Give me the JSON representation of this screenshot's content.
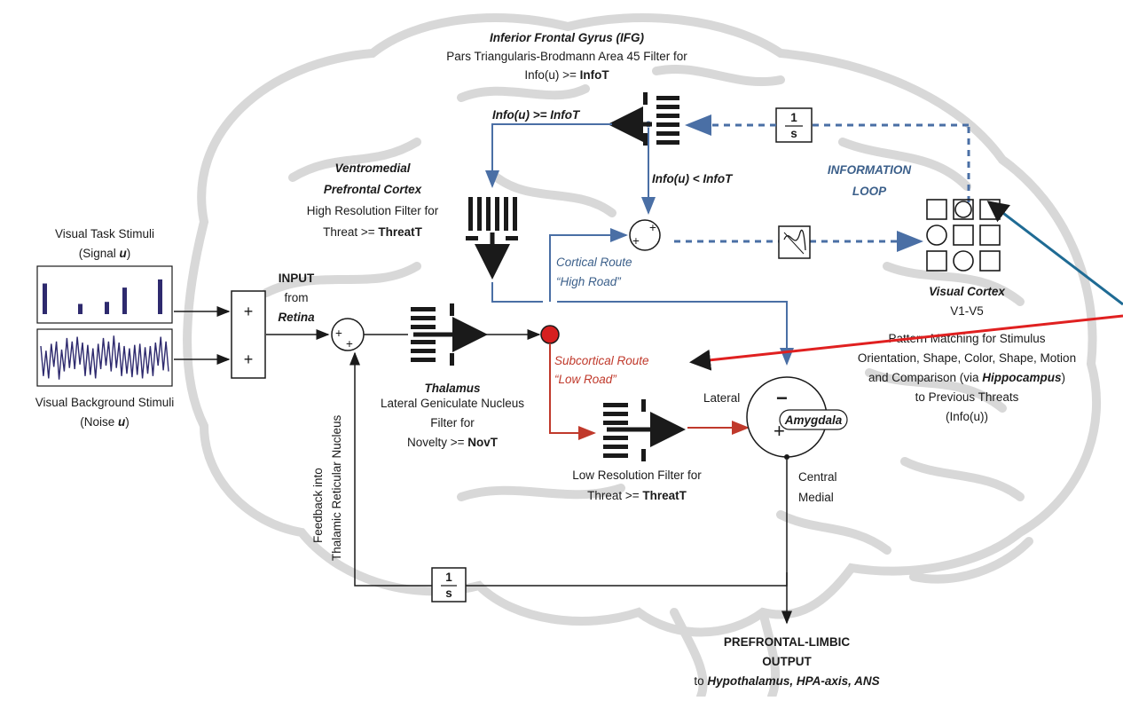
{
  "diagram": {
    "ifg": {
      "title": "Inferior Frontal Gyrus (IFG)",
      "line1": "Pars Triangularis-Brodmann Area 45 Filter for",
      "line2_pre": "Info(u) >= ",
      "line2_bold": "InfoT"
    },
    "info_ge": "Info(u) >= InfoT",
    "info_lt": "Info(u) < InfoT",
    "information_loop": [
      "INFORMATION",
      "LOOP"
    ],
    "integrator_label": {
      "num": "1",
      "den": "s"
    },
    "vmpfc": {
      "title": [
        "Ventromedial",
        "Prefrontal Cortex"
      ],
      "line1": "High Resolution Filter for",
      "line2_pre": "Threat >= ",
      "line2_bold": "ThreatT"
    },
    "visual_task": {
      "line1": "Visual Task Stimuli",
      "line2_pre": "(Signal ",
      "line2_var": "u",
      "line2_post": ")"
    },
    "visual_background": {
      "line1": "Visual Background Stimuli",
      "line2_pre": "(Noise ",
      "line2_var": "u",
      "line2_post": ")"
    },
    "input": {
      "line1": "INPUT",
      "line2": "from",
      "line3": "Retina"
    },
    "plus": "+",
    "minus": "−",
    "thalamus": {
      "title": "Thalamus",
      "line1": "Lateral Geniculate Nucleus",
      "line2": "Filter for",
      "line3_pre": "Novelty >= ",
      "line3_bold": "NovT"
    },
    "feedback": {
      "line1": "Feedback into",
      "line2": "Thalamic Reticular Nucleus"
    },
    "cortical_route": {
      "line1": "Cortical Route",
      "line2": "“High Road”"
    },
    "subcortical_route": {
      "line1": "Subcortical Route",
      "line2": "“Low Road”"
    },
    "low_res": {
      "line1": "Low Resolution Filter for",
      "line2_pre": "Threat >= ",
      "line2_bold": "ThreatT"
    },
    "amygdala": {
      "label": "Amygdala",
      "lateral": "Lateral",
      "central": "Central",
      "medial": "Medial"
    },
    "visual_cortex": {
      "title": "Visual Cortex",
      "line1": "V1-V5",
      "line2": "Pattern Matching for Stimulus",
      "line3": "Orientation, Shape, Color, Shape, Motion",
      "line4_pre": "and Comparison  (via ",
      "line4_bold": "Hippocampus",
      "line4_post": ")",
      "line5": "to Previous Threats",
      "line6": "(Info(u))"
    },
    "output": {
      "line1": "PREFRONTAL-LIMBIC",
      "line2": "OUTPUT",
      "line3_pre": "to ",
      "line3_bold": "Hypothalamus, HPA-axis, ANS"
    },
    "colors": {
      "cortical": "#4a6fa5",
      "subcortical": "#c0392b",
      "signal": "#2e2a6e",
      "brain": "#d8d8d8"
    },
    "signal_values": [
      0.75,
      0.0,
      0.0,
      0.0,
      0.25,
      0.0,
      0.0,
      0.3,
      0.0,
      0.65,
      0.0,
      0.0,
      0.0,
      0.85
    ],
    "noise_values": [
      0.5,
      0.8,
      0.3,
      0.9,
      0.6,
      0.4,
      0.7,
      0.95,
      0.35,
      0.6,
      0.85,
      0.45,
      0.7,
      0.5,
      0.9,
      0.3,
      0.65,
      0.8,
      0.55,
      0.75,
      0.4,
      0.9,
      0.6,
      0.5,
      0.85,
      0.35,
      0.7,
      0.6,
      0.95,
      0.45,
      0.65,
      0.8,
      0.5,
      0.7,
      0.4,
      0.85,
      0.55,
      0.75,
      0.6,
      0.9,
      0.45,
      0.7,
      0.5,
      0.8,
      0.65,
      0.35,
      0.9,
      0.55,
      0.7,
      0.6
    ]
  }
}
